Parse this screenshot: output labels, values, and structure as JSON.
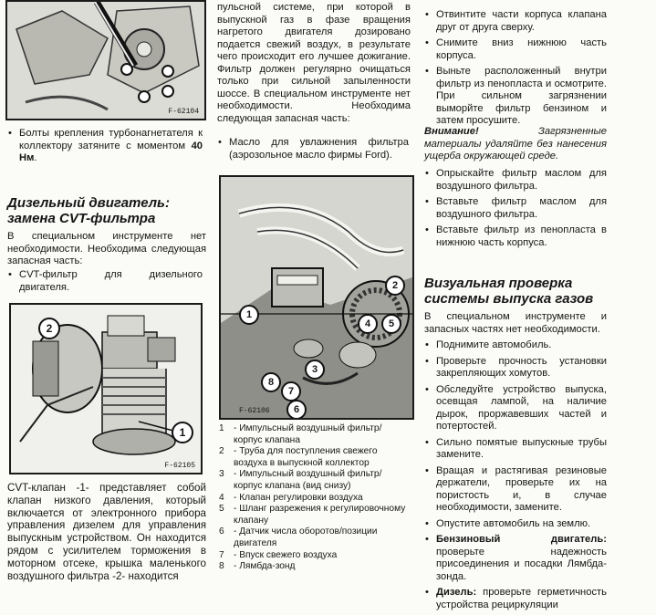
{
  "col1": {
    "fig1_tag": "F-62104",
    "bullet_torque": "Болты крепления турбонагнетателя к коллектору затяните с моментом",
    "bullet_torque_value": "40 Нм",
    "section1_title_l1": "Дизельный двигатель:",
    "section1_title_l2": "замена CVT-фильтра",
    "section1_intro": "В специальном инструменте нет необходимости. Необходима следующая запасная часть:",
    "section1_parts": [
      "CVT-фильтр для дизельного двигателя."
    ],
    "fig2_tag": "F-62105",
    "fig2_callouts": [
      "2",
      "1"
    ],
    "section1_body": "CVT-клапан -1- представляет собой клапан низкого давления, который включается от электронного прибора управления дизелем для управления выпускным устройством. Он находится рядом с усилителем торможения в моторном отсеке, крышка маленького воздушного фильтра -2- находится"
  },
  "col2": {
    "top_text": "пульсной системе, при которой в выпускной газ в фазе вращения нагретого двигателя дозировано подается свежий воздух, в результате чего происходит его лучшее дожигание. Фильтр должен регулярно очищаться только при сильной запыленности шоссе. В специальном инструменте нет необходимости. Необходима следующая запасная часть:",
    "bullets": [
      "Масло для увлажнения фильтра (аэрозольное масло фирмы Ford)."
    ],
    "fig_tag": "F-62106",
    "fig_callouts": [
      "1",
      "2",
      "3",
      "4",
      "5",
      "6",
      "7",
      "8"
    ],
    "legend": [
      {
        "n": "1",
        "text": "- Импульсный воздушный фильтр/ корпус клапана"
      },
      {
        "n": "2",
        "text": "- Труба для поступления свежего воздуха в выпускной коллектор"
      },
      {
        "n": "3",
        "text": "- Импульсный воздушный фильтр/ корпус клапана (вид снизу)"
      },
      {
        "n": "4",
        "text": "- Клапан регулировки воздуха"
      },
      {
        "n": "5",
        "text": "- Шланг разрежения к регулировочному клапану"
      },
      {
        "n": "6",
        "text": "- Датчик числа оборотов/позиции двигателя"
      },
      {
        "n": "7",
        "text": "- Впуск свежего воздуха"
      },
      {
        "n": "8",
        "text": "- Лямбда-зонд"
      }
    ]
  },
  "col3": {
    "bullets_top": [
      "Отвинтите части корпуса клапана друг от друга сверху.",
      "Снимите вниз нижнюю часть корпуса.",
      "Выньте расположенный внутри фильтр из пенопласта и осмотрите. При сильном загрязнении выморйте фильтр бензином и затем просушите."
    ],
    "warning_label": "Внимание!",
    "warning_text": "Загрязненные материалы удаляйте без нанесения ущерба окружающей среде.",
    "bullets_mid": [
      "Опрыскайте фильтр маслом для воздушного фильтра.",
      "Вставьте фильтр маслом для воздушного фильтра.",
      "Вставьте фильтр из пенопласта в нижнюю часть корпуса."
    ],
    "section2_title_l1": "Визуальная проверка",
    "section2_title_l2": "системы выпуска газов",
    "section2_intro": "В специальном инструменте и запасных частях нет необходимости.",
    "bullets_bottom": [
      "Поднимите автомобиль.",
      "Проверьте прочность установки закрепляющих хомутов.",
      "Обследуйте устройство выпуска, осевщая лампой, на наличие дырок, проржавевших частей и потертостей.",
      "Сильно помятые выпускные трубы замените.",
      "Вращая и растягивая резиновые держатели, проверьте их на пористость и, в случае необходимости, замените.",
      "Опустите автомобиль на землю."
    ],
    "benzin_label": "Бензиновый двигатель:",
    "benzin_text": "проверьте надежность присоединения и посадки Лямбда-зонда.",
    "diesel_label": "Дизель:",
    "diesel_text": "проверьте герметичность устройства рециркуляции"
  }
}
